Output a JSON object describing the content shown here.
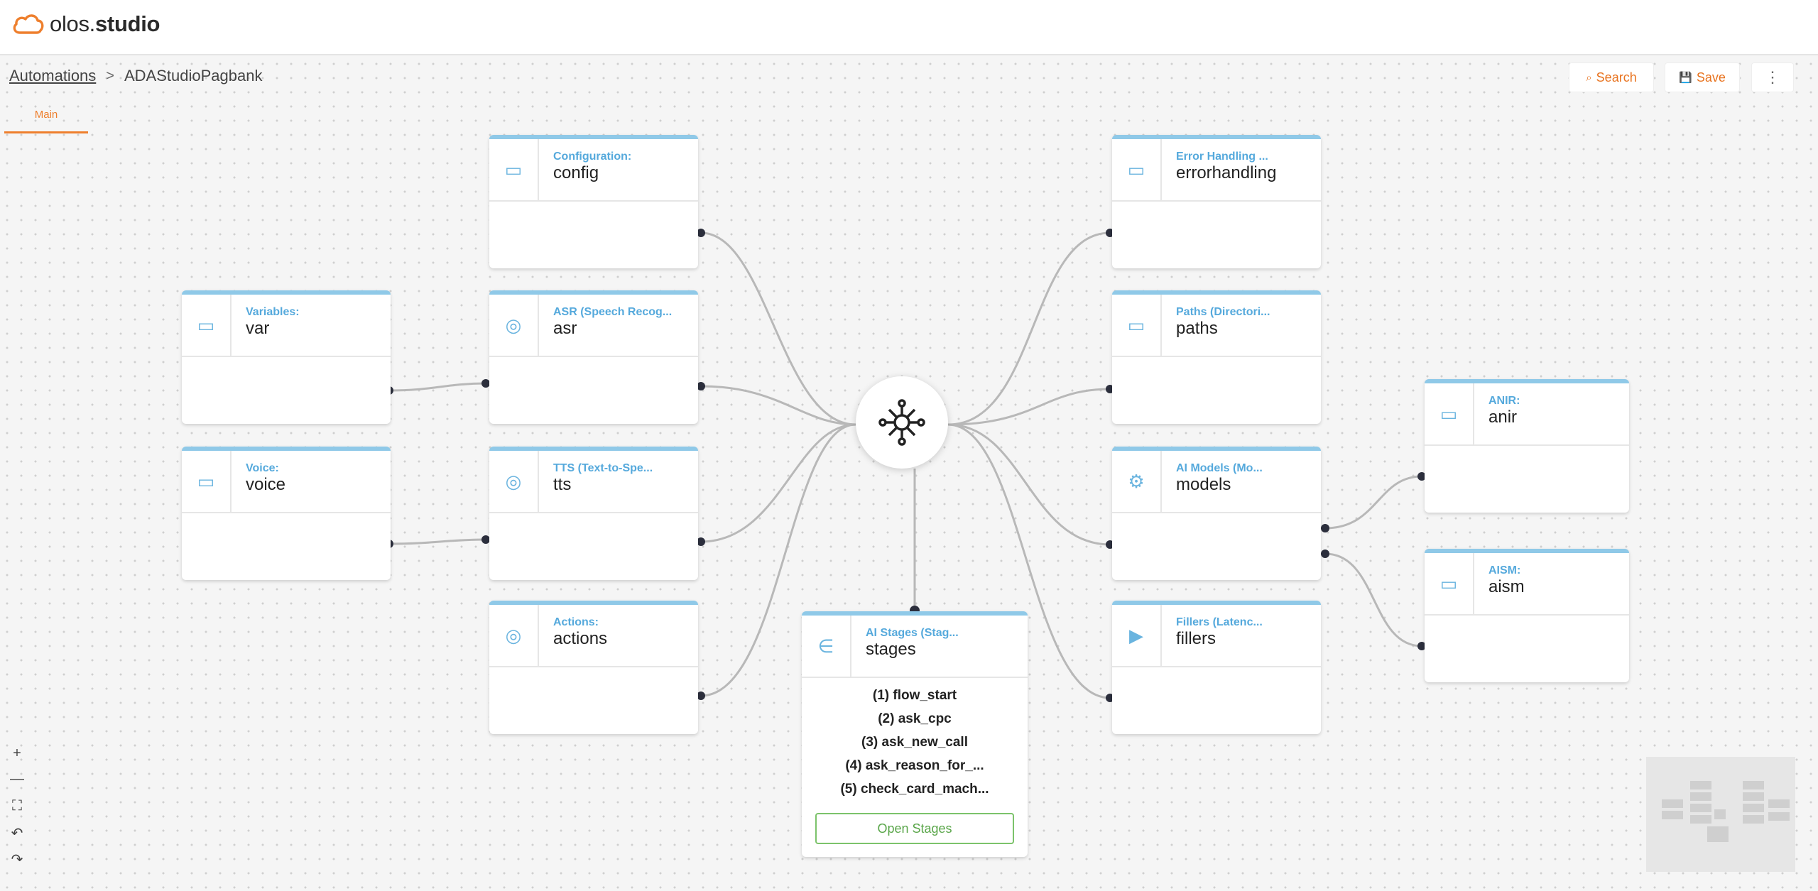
{
  "app": {
    "brand_light": "olos.",
    "brand_bold": "studio",
    "accent_color": "#ee7f2d"
  },
  "breadcrumb": {
    "root": "Automations",
    "separator": ">",
    "current": "ADAStudioPagbank"
  },
  "tabs": [
    {
      "label": "Main",
      "active": true
    }
  ],
  "toolbar": {
    "search_label": "Search",
    "save_label": "Save",
    "more_label": "⋮"
  },
  "nodes": {
    "config": {
      "kind": "Configuration:",
      "name": "config",
      "icon": "window-icon"
    },
    "var": {
      "kind": "Variables:",
      "name": "var",
      "icon": "window-icon"
    },
    "asr": {
      "kind": "ASR (Speech Recog...",
      "name": "asr",
      "icon": "target-icon"
    },
    "voice": {
      "kind": "Voice:",
      "name": "voice",
      "icon": "window-icon"
    },
    "tts": {
      "kind": "TTS (Text-to-Spe...",
      "name": "tts",
      "icon": "target-icon"
    },
    "actions": {
      "kind": "Actions:",
      "name": "actions",
      "icon": "target-icon"
    },
    "errorhandling": {
      "kind": "Error Handling ...",
      "name": "errorhandling",
      "icon": "window-icon"
    },
    "paths": {
      "kind": "Paths (Directori...",
      "name": "paths",
      "icon": "window-icon"
    },
    "models": {
      "kind": "AI Models (Mo...",
      "name": "models",
      "icon": "gear-icon"
    },
    "fillers": {
      "kind": "Fillers (Latenc...",
      "name": "fillers",
      "icon": "play-icon"
    },
    "anir": {
      "kind": "ANIR:",
      "name": "anir",
      "icon": "window-icon"
    },
    "aism": {
      "kind": "AISM:",
      "name": "aism",
      "icon": "window-icon"
    },
    "stages": {
      "kind": "AI Stages (Stag...",
      "name": "stages",
      "icon": "element-of-icon",
      "items": [
        "(1) flow_start",
        "(2) ask_cpc",
        "(3) ask_new_call",
        "(4) ask_reason_for_...",
        "(5) check_card_mach..."
      ],
      "button_label": "Open Stages"
    }
  },
  "zoom_controls": [
    "+",
    "—",
    "⛶",
    "↶",
    "↷"
  ],
  "colors": {
    "node_header": "#8fc9e8",
    "node_kind_text": "#55a9dc",
    "edge": "#b8b8b8",
    "open_stages_border": "#7cc36b"
  }
}
